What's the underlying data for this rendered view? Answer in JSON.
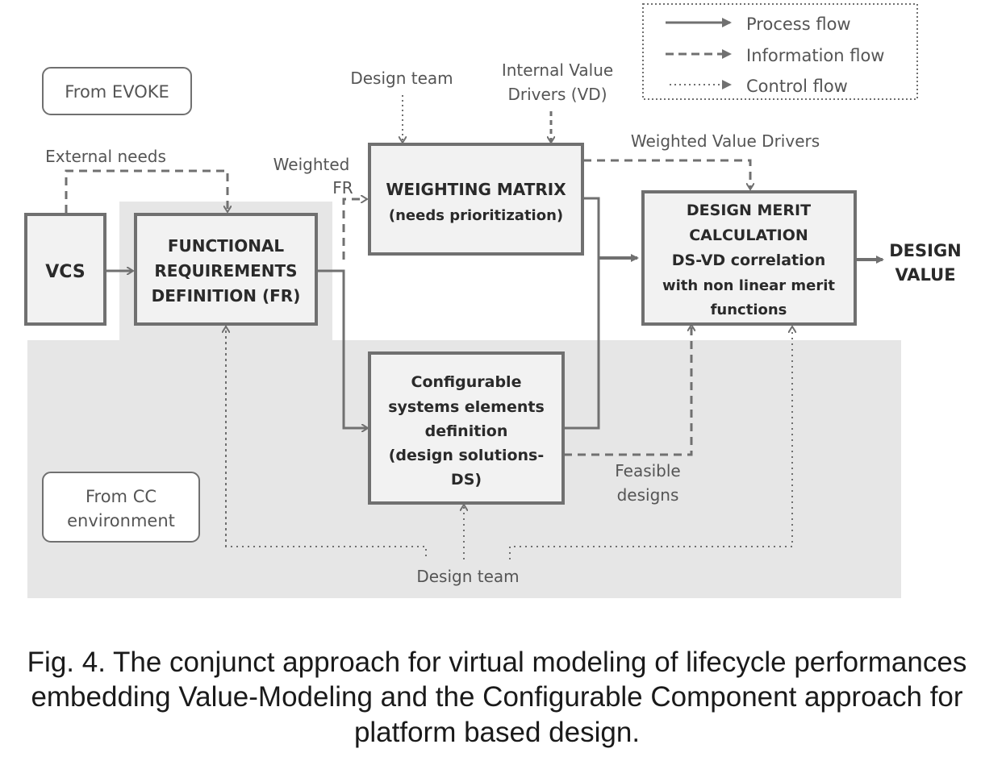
{
  "legend": {
    "process": "Process flow",
    "information": "Information flow",
    "control": "Control flow"
  },
  "regions": {
    "evoke": "From EVOKE",
    "cc_line1": "From CC",
    "cc_line2": "environment"
  },
  "labels": {
    "design_team_top": "Design team",
    "internal_vd_line1": "Internal Value",
    "internal_vd_line2": "Drivers (VD)",
    "weighted_value_drivers": "Weighted Value Drivers",
    "external_needs": "External needs",
    "weighted_fr_line1": "Weighted",
    "weighted_fr_line2": "FR",
    "feasible_line1": "Feasible",
    "feasible_line2": "designs",
    "design_team_bottom": "Design team"
  },
  "blocks": {
    "vcs": "VCS",
    "fr_line1": "FUNCTIONAL",
    "fr_line2": "REQUIREMENTS",
    "fr_line3": "DEFINITION (FR)",
    "wm_line1": "WEIGHTING MATRIX",
    "wm_line2": "(needs prioritization)",
    "cse_line1": "Configurable",
    "cse_line2": "systems elements",
    "cse_line3": "definition",
    "cse_line4": "(design solutions-",
    "cse_line5": "DS)",
    "dm_line1": "DESIGN MERIT",
    "dm_line2": "CALCULATION",
    "dm_line3": "DS-VD correlation",
    "dm_line4": "with non linear merit",
    "dm_line5": "functions"
  },
  "output": {
    "line1": "DESIGN",
    "line2": "VALUE"
  },
  "caption": {
    "line1": "Fig. 4. The conjunct approach for virtual modeling of lifecycle performances",
    "line2": "embedding Value-Modeling and the Configurable Component approach for",
    "line3": "platform based design."
  }
}
